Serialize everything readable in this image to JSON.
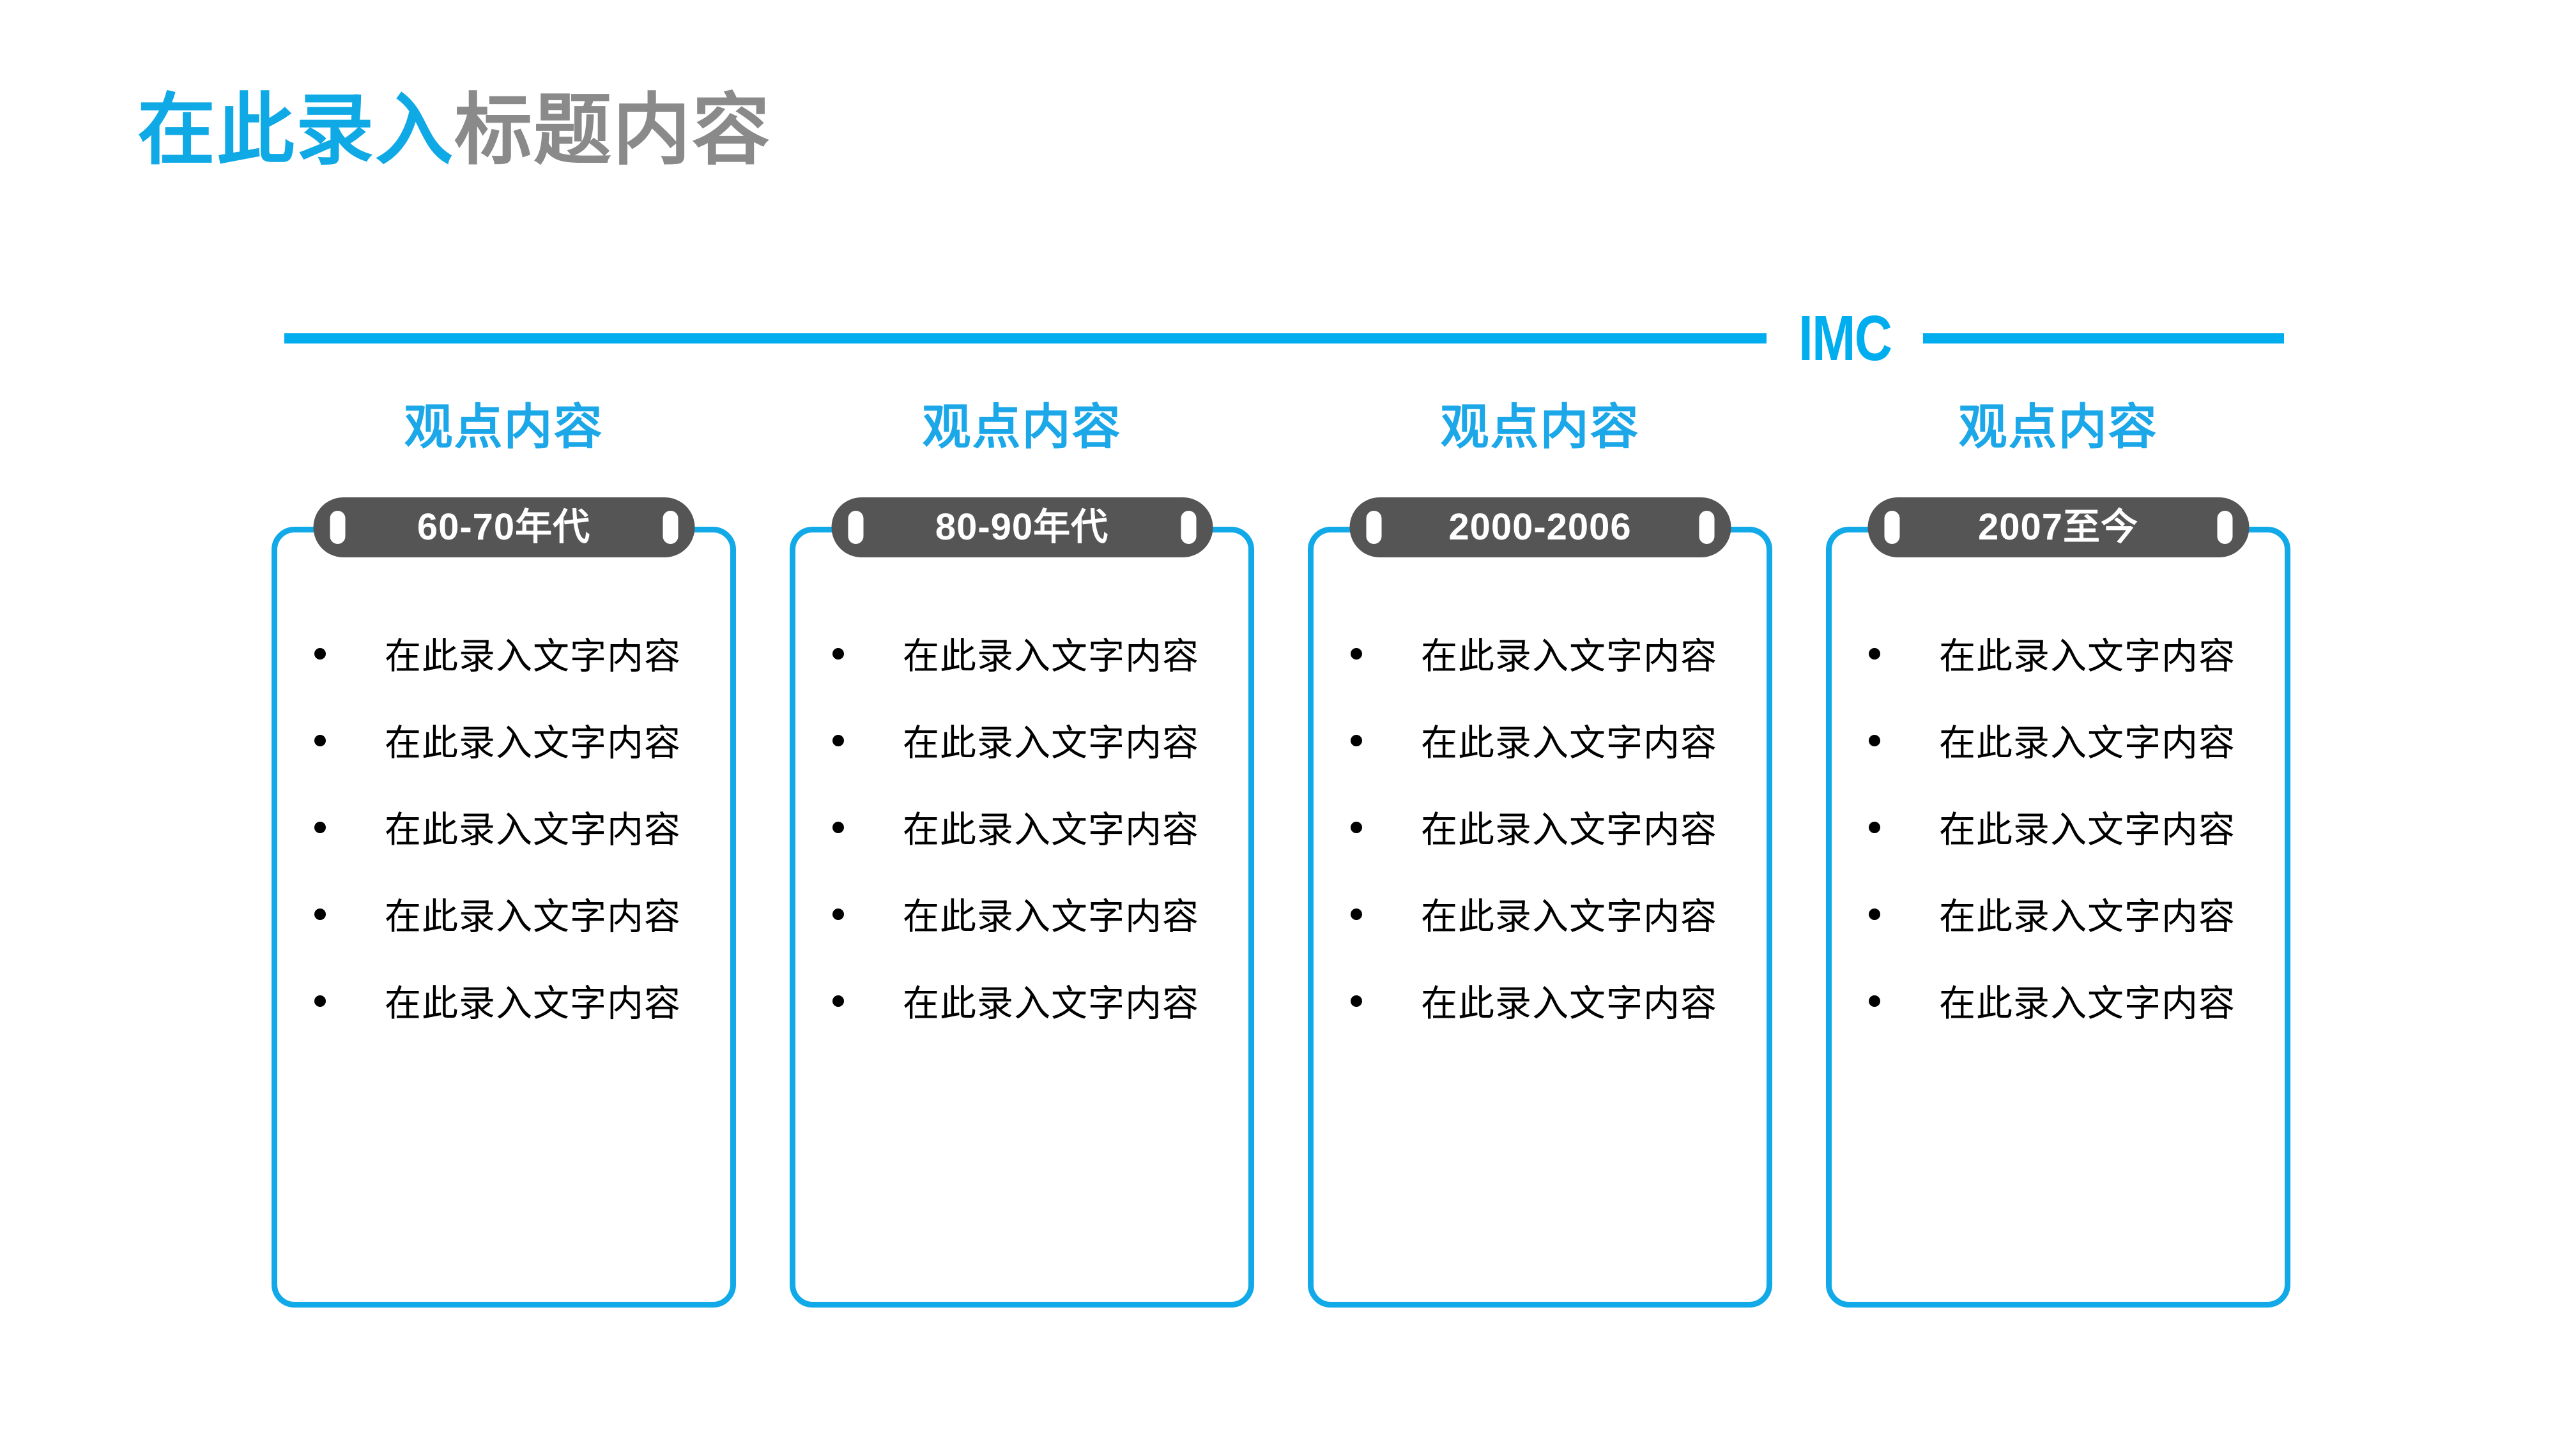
{
  "slide": {
    "title_accent": "在此录入",
    "title_rest": "标题内容",
    "background_color": "#FFFFFF",
    "accent_color": "#00AEEF",
    "heading_color": "#1BA7E8",
    "badge_color": "#555555",
    "body_text_color": "#000000",
    "title_gray": "#8A8A8A"
  },
  "divider": {
    "label": "IMC"
  },
  "columns": [
    {
      "heading": "观点内容",
      "badge_label": "60-70年代",
      "bullets": [
        "在此录入文字内容",
        "在此录入文字内容",
        "在此录入文字内容",
        "在此录入文字内容",
        "在此录入文字内容"
      ]
    },
    {
      "heading": "观点内容",
      "badge_label": "80-90年代",
      "bullets": [
        "在此录入文字内容",
        "在此录入文字内容",
        "在此录入文字内容",
        "在此录入文字内容",
        "在此录入文字内容"
      ]
    },
    {
      "heading": "观点内容",
      "badge_label": "2000-2006",
      "bullets": [
        "在此录入文字内容",
        "在此录入文字内容",
        "在此录入文字内容",
        "在此录入文字内容",
        "在此录入文字内容"
      ]
    },
    {
      "heading": "观点内容",
      "badge_label": "2007至今",
      "bullets": [
        "在此录入文字内容",
        "在此录入文字内容",
        "在此录入文字内容",
        "在此录入文字内容",
        "在此录入文字内容"
      ]
    }
  ]
}
